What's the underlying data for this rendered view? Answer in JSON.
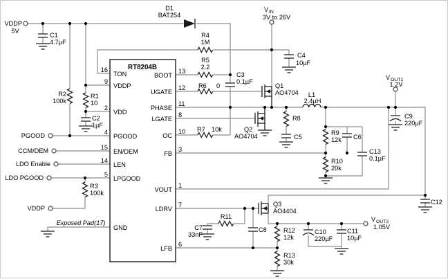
{
  "ic": {
    "title": "RT8204B",
    "gnd_label": "GND",
    "exposed_pad": "Exposed Pad(17)",
    "pins_left": [
      {
        "num": "16",
        "label": "TON"
      },
      {
        "num": "9",
        "label": "VDDP"
      },
      {
        "num": "2",
        "label": "VDD"
      },
      {
        "num": "4",
        "label": "PGOOD"
      },
      {
        "num": "15",
        "label": "EN/DEM"
      },
      {
        "num": "14",
        "label": "LEN"
      },
      {
        "num": "5",
        "label": "LPGOOD"
      }
    ],
    "pins_right": [
      {
        "num": "13",
        "label": "BOOT"
      },
      {
        "num": "12",
        "label": "UGATE"
      },
      {
        "num": "11",
        "label": "PHASE"
      },
      {
        "num": "8",
        "label": "LGATE"
      },
      {
        "num": "10",
        "label": "OC"
      },
      {
        "num": "3",
        "label": "FB"
      },
      {
        "num": "1",
        "label": "VOUT"
      },
      {
        "num": "7",
        "label": "LDRV"
      },
      {
        "num": "6",
        "label": "LFB"
      }
    ]
  },
  "terminals": {
    "vddp": {
      "label": "VDDP",
      "value": "5V"
    },
    "vin": {
      "v": "V",
      "sub": "IN",
      "range": "3V to 26V"
    },
    "vout1": {
      "v": "V",
      "sub": "OUT1",
      "value": "1.2V"
    },
    "vout2": {
      "v": "V",
      "sub": "OUT2",
      "value": "1.05V"
    },
    "pgood": "PGOOD",
    "ccm_dem": "CCM/DEM",
    "ldo_enable": "LDO Enable",
    "ldo_pgood": "LDO PGOOD",
    "vddp2": "VDDP"
  },
  "components": {
    "d1": {
      "ref": "D1",
      "value": "BAT254"
    },
    "r1": {
      "ref": "R1",
      "value": "10"
    },
    "r2": {
      "ref": "R2",
      "value": "100k"
    },
    "r3": {
      "ref": "R3",
      "value": "100k"
    },
    "r4": {
      "ref": "R4",
      "value": "1M"
    },
    "r5": {
      "ref": "R5",
      "value": "2.2"
    },
    "r6": {
      "ref": "R6",
      "value": "0"
    },
    "r7": {
      "ref": "R7",
      "value": "10k"
    },
    "r8": {
      "ref": "R8",
      "value": ""
    },
    "r9": {
      "ref": "R9",
      "value": "12k"
    },
    "r10": {
      "ref": "R10",
      "value": "20k"
    },
    "r11": {
      "ref": "R11",
      "value": ""
    },
    "r12": {
      "ref": "R12",
      "value": "12k"
    },
    "r13": {
      "ref": "R13",
      "value": "30k"
    },
    "c1": {
      "ref": "C1",
      "value": "4.7µF"
    },
    "c2": {
      "ref": "C2",
      "value": "1µF"
    },
    "c3": {
      "ref": "C3",
      "value": "0.1µF"
    },
    "c4": {
      "ref": "C4",
      "value": "10µF"
    },
    "c5": {
      "ref": "C5",
      "value": ""
    },
    "c6": {
      "ref": "C6",
      "value": ""
    },
    "c7": {
      "ref": "C7",
      "value": "33nF"
    },
    "c8": {
      "ref": "C8",
      "value": ""
    },
    "c9": {
      "ref": "C9",
      "value": "220µF"
    },
    "c10": {
      "ref": "C10",
      "value": "220µF"
    },
    "c11": {
      "ref": "C11",
      "value": "10µF"
    },
    "c12": {
      "ref": "C12",
      "value": ""
    },
    "c13": {
      "ref": "C13",
      "value": "0.1µF"
    },
    "l1": {
      "ref": "L1",
      "value": "2.4µH"
    },
    "q1": {
      "ref": "Q1",
      "value": "AO4704"
    },
    "q2": {
      "ref": "Q2",
      "value": "AO4704"
    },
    "q3": {
      "ref": "Q3",
      "value": "AO4404"
    }
  }
}
